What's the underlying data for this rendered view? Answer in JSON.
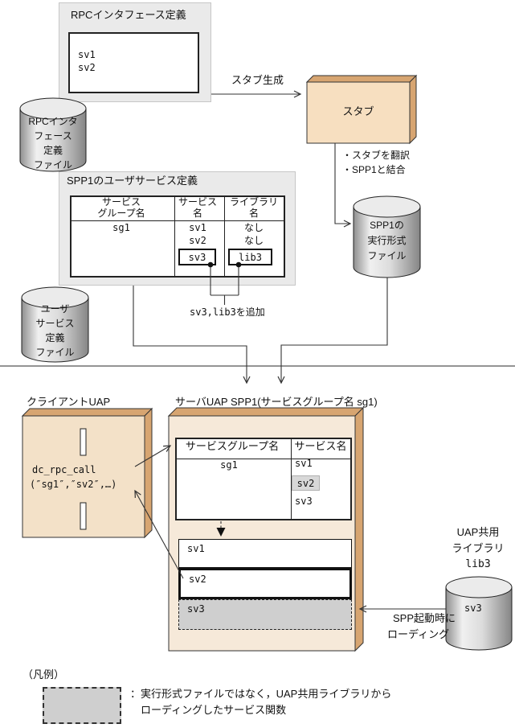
{
  "colors": {
    "box_face": "#f6e2c6",
    "box_side": "#d7a571",
    "panel_gray": "#eaeaea",
    "loaded_gray": "#cfcfcf",
    "highlight_gray": "#d8d8d8"
  },
  "build": {
    "rpc_def_panel": {
      "title": "RPCインタフェース定義",
      "services": [
        "sv1",
        "sv2"
      ]
    },
    "stub_gen_arrow_label": "スタブ生成",
    "stub_box_label": "スタブ",
    "stub_notes": [
      "・スタブを翻訳",
      "・SPP1と結合"
    ],
    "rpc_def_file_cylinder": {
      "lines": [
        "RPCインタ",
        "フェース",
        "定義",
        "ファイル"
      ]
    },
    "exec_file_cylinder": {
      "lines": [
        "SPP1の",
        "実行形式",
        "ファイル"
      ]
    },
    "user_service_panel": {
      "title": "SPP1のユーザサービス定義",
      "table": {
        "col1_header": [
          "サービス",
          "グループ名"
        ],
        "col2_header": [
          "サービス",
          "名"
        ],
        "col3_header": [
          "ライブラリ",
          "名"
        ],
        "group_name": "sg1",
        "service_names": [
          "sv1",
          "sv2"
        ],
        "service_added": "sv3",
        "library_names": [
          "なし",
          "なし"
        ],
        "library_added": "lib3"
      }
    },
    "added_note": "sv3,lib3を追加",
    "user_def_file_cylinder": {
      "lines": [
        "ユーザ",
        "サービス",
        "定義",
        "ファイル"
      ]
    }
  },
  "runtime": {
    "client": {
      "title": "クライアントUAP",
      "call_line1": "dc_rpc_call",
      "call_line2": "(″sg1″,″sv2″,…)"
    },
    "server": {
      "title": "サーバUAP SPP1(サービスグループ名 sg1)",
      "table": {
        "header1": "サービスグループ名",
        "header2": "サービス名",
        "group_name": "sg1",
        "services": [
          "sv1",
          "sv2",
          "sv3"
        ]
      },
      "functions": [
        "sv1",
        "sv2",
        "sv3"
      ]
    },
    "shared_lib": {
      "label_lines": [
        "UAP共用",
        "ライブラリ",
        "lib3"
      ],
      "service": "sv3",
      "note_lines": [
        "SPP起動時に",
        "ローディング"
      ]
    }
  },
  "legend": {
    "title": "（凡例）",
    "line1": "：実行形式ファイルではなく，UAP共用ライブラリから",
    "line2": "ローディングしたサービス関数"
  }
}
